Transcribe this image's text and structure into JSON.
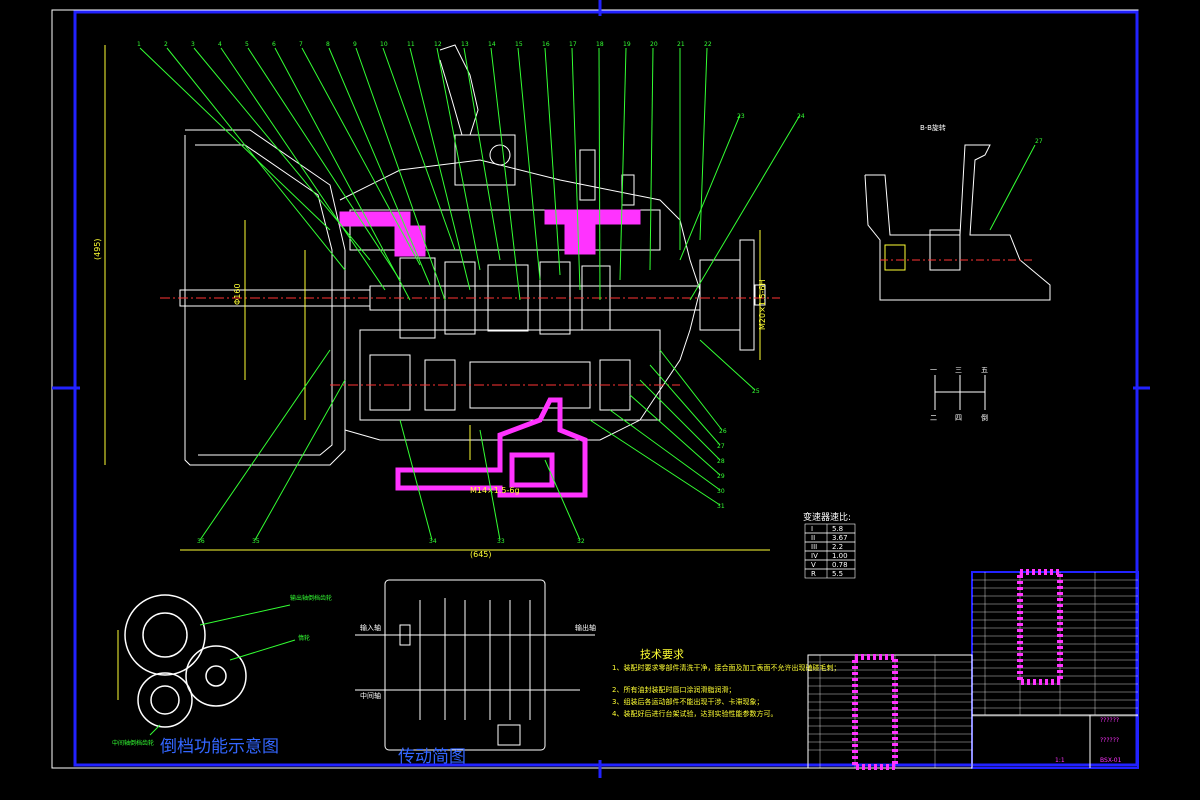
{
  "colors": {
    "background": "#000000",
    "frame": "#2222ff",
    "outline": "#ffffff",
    "leader": "#33ff33",
    "highlight": "#ff33ff",
    "dimension": "#ffff33",
    "table_grid": "#ff33ff"
  },
  "section_label": "B-B旋转",
  "ratio_table": {
    "title": "变速器速比:",
    "rows": [
      {
        "gear": "I",
        "value": "5.8"
      },
      {
        "gear": "II",
        "value": "3.67"
      },
      {
        "gear": "III",
        "value": "2.2"
      },
      {
        "gear": "IV",
        "value": "1.00"
      },
      {
        "gear": "V",
        "value": "0.78"
      },
      {
        "gear": "R",
        "value": "5.5"
      }
    ]
  },
  "shift_pattern": {
    "top": [
      "一",
      "三",
      "五"
    ],
    "bottom": [
      "二",
      "四",
      "倒"
    ]
  },
  "reverse_diagram": {
    "title": "倒档功能示意图",
    "label_output_gear": "输出轴倒档齿轮",
    "label_idler": "惰轮",
    "label_counter": "中间轴倒档齿轮"
  },
  "transmission_diagram": {
    "title": "传动简图",
    "input_label": "输入轴",
    "output_label": "输出轴",
    "countershaft_label": "中间轴"
  },
  "tech_requirements": {
    "title": "技术要求",
    "items": [
      "1、装配时要求零部件清洗干净，接合面及加工表面不允许出现磕碰毛刺；",
      "2、所有油封装配时唇口涂润滑脂润滑；",
      "3、组装后各运动部件不能出现干涉、卡滞现象；",
      "4、装配好后进行台架试验，达到实验性能参数方可。"
    ]
  },
  "title_block": {
    "drawing_no": "BSX-01",
    "scale": "1:1",
    "name_placeholder": "??????"
  },
  "callouts_top": [
    "1",
    "2",
    "3",
    "4",
    "5",
    "6",
    "7",
    "8",
    "9",
    "10",
    "11",
    "12",
    "13",
    "14",
    "15",
    "16",
    "17",
    "18",
    "19",
    "20",
    "21",
    "22"
  ],
  "callouts_bottom": [
    "36",
    "35",
    "34",
    "33",
    "32",
    "31",
    "30",
    "29",
    "28",
    "27",
    "26",
    "25",
    "24",
    "23"
  ]
}
